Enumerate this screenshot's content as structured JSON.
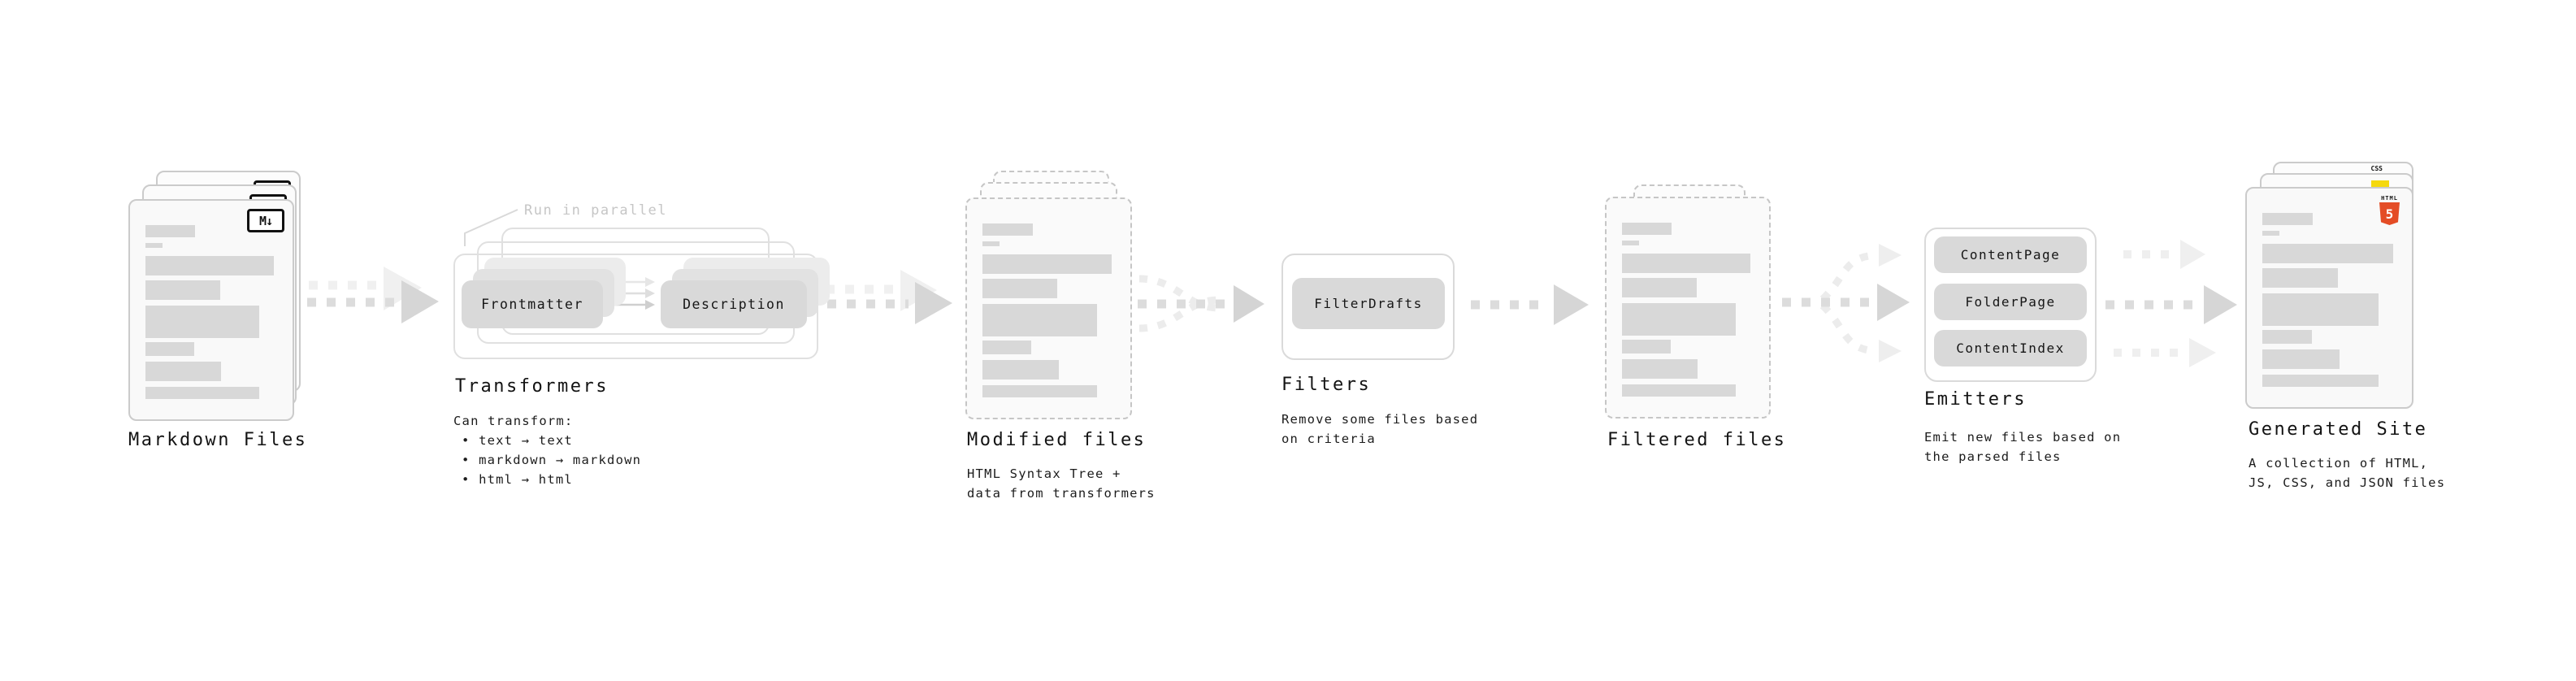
{
  "diagram": {
    "background": "#ffffff",
    "colors": {
      "doc_border": "#cbcbcb",
      "doc_fill": "#f9f9f9",
      "bar_fill": "#d8d8d8",
      "chip_fill": "#d9d9d9",
      "arrow_dark": "#dcdcdc",
      "arrow_light": "#efefef",
      "note_gray": "#c6c6c6",
      "css_blue": "#2c6de8",
      "js_yellow": "#f5d90e",
      "html5_orange": "#e44d26"
    },
    "markdown_files": {
      "label": "Markdown Files",
      "badge": "M↓"
    },
    "transformers": {
      "parallel_note": "Run in parallel",
      "step1": "Frontmatter",
      "step2": "Description",
      "title": "Transformers",
      "desc_heading": "Can transform:",
      "bullets": [
        "• text → text",
        "• markdown → markdown",
        "• html → html"
      ]
    },
    "modified_files": {
      "title": "Modified files",
      "subtitle_lines": [
        "HTML Syntax Tree +",
        "data from transformers"
      ]
    },
    "filters": {
      "button": "FilterDrafts",
      "title": "Filters",
      "subtitle_lines": [
        "Remove some files based",
        "on criteria"
      ]
    },
    "filtered_files": {
      "title": "Filtered files"
    },
    "emitters": {
      "buttons": [
        "ContentPage",
        "FolderPage",
        "ContentIndex"
      ],
      "title": "Emitters",
      "subtitle_lines": [
        "Emit new files based on",
        "the parsed files"
      ]
    },
    "generated_site": {
      "title": "Generated Site",
      "subtitle_lines": [
        "A collection of HTML,",
        "JS, CSS, and JSON files"
      ],
      "badges": {
        "html_label": "HTML",
        "html_number": "5",
        "css": "CSS"
      }
    }
  }
}
